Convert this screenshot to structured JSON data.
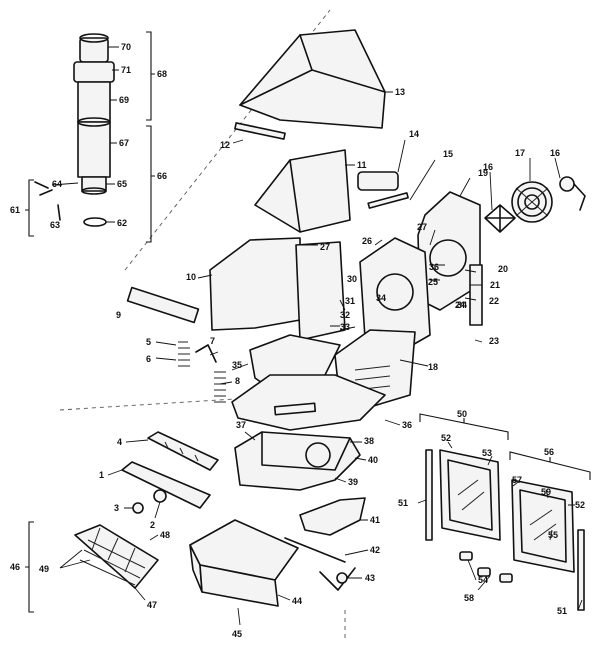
{
  "callouts": {
    "c70": "70",
    "c71": "71",
    "c69": "69",
    "c68": "68",
    "c67": "67",
    "c66": "66",
    "c64": "64",
    "c65": "65",
    "c63": "63",
    "c62": "62",
    "c61": "61",
    "c13": "13",
    "c12": "12",
    "c14": "14",
    "c11": "11",
    "c15": "15",
    "c16a": "16",
    "c17": "17",
    "c16b": "16",
    "c19": "19",
    "c27a": "27",
    "c26": "26",
    "c27b": "27",
    "c20": "20",
    "c21": "21",
    "c36a": "36",
    "c25": "25",
    "c24": "24",
    "c22": "22",
    "c23": "23",
    "c10": "10",
    "c9": "9",
    "c30": "30",
    "c31": "31",
    "c32": "32",
    "c33": "33",
    "c34a": "34",
    "c34b": "34",
    "c18": "18",
    "c5": "5",
    "c6": "6",
    "c7": "7",
    "c35": "35",
    "c8": "8",
    "c36b": "36",
    "c37": "37",
    "c38": "38",
    "c40": "40",
    "c39": "39",
    "c41": "41",
    "c4": "4",
    "c1": "1",
    "c3": "3",
    "c2": "2",
    "c50": "50",
    "c52a": "52",
    "c53": "53",
    "c56": "56",
    "c57": "57",
    "c59": "59",
    "c52b": "52",
    "c51a": "51",
    "c54": "54",
    "c55": "55",
    "c58": "58",
    "c51b": "51",
    "c46": "46",
    "c48": "48",
    "c49": "49",
    "c47": "47",
    "c42": "42",
    "c43": "43",
    "c44": "44",
    "c45": "45"
  }
}
